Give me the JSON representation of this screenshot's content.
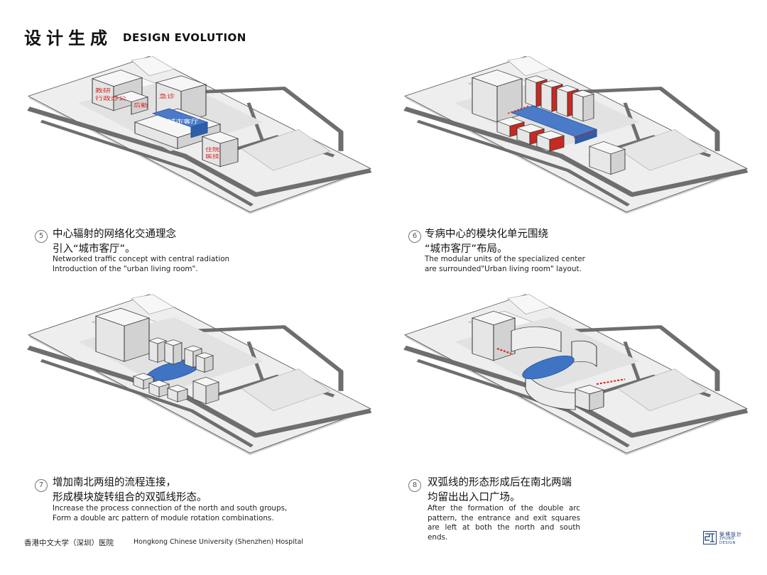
{
  "header": {
    "title_cn": "设计生成",
    "title_en": "DESIGN EVOLUTION"
  },
  "panels": [
    {
      "number": "5",
      "cn_lines": [
        "中心辐射的网络化交通理念",
        "引入“城市客厅”。"
      ],
      "en_lines": [
        "Networked traffic concept with central radiation",
        "Introduction of the \"urban living room\"."
      ],
      "block_labels": [
        "教研",
        "行政办公",
        "后勤",
        "急诊",
        "城市客厅",
        "住院",
        "医技"
      ]
    },
    {
      "number": "6",
      "cn_lines": [
        "专病中心的模块化单元围绕",
        "“城市客厅”布局。"
      ],
      "en_lines": [
        "The modular units of the specialized center",
        "are surrounded\"Urban living room\" layout."
      ]
    },
    {
      "number": "7",
      "cn_lines": [
        "增加南北两组的流程连接，",
        "形成模块旋转组合的双弧线形态。"
      ],
      "en_lines": [
        "Increase the process connection of the north and south groups,",
        "Form a double arc pattern of module rotation combinations."
      ]
    },
    {
      "number": "8",
      "cn_lines": [
        "双弧线的形态形成后在南北两端",
        "均留出出入口广场。"
      ],
      "en_lines": [
        "After the formation of the double arc pattern, the entrance and exit squares are left at both the north and south ends."
      ]
    }
  ],
  "footer": {
    "cn": "香港中文大学（深圳）医院",
    "en": "Hongkong Chinese University (Shenzhen) Hospital"
  },
  "logo": {
    "cn": "築博設計",
    "en": "ZHUBO DESIGN"
  },
  "colors": {
    "site": "#ededed",
    "road": "#6e6e6e",
    "block_top": "#f6f6f6",
    "block_side": "#dcdcdc",
    "accent_red": "#d7261f",
    "accent_blue": "#3f74c4"
  }
}
